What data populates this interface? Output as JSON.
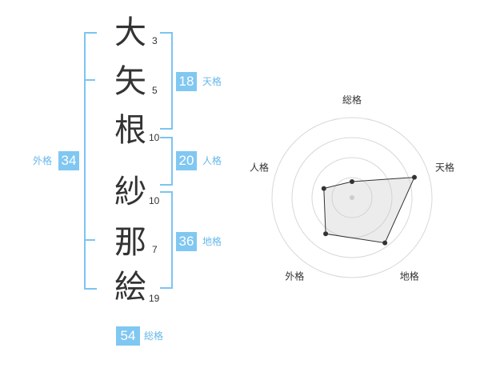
{
  "name_chars": [
    {
      "char": "大",
      "strokes": "3"
    },
    {
      "char": "矢",
      "strokes": "5"
    },
    {
      "char": "根",
      "strokes": "10"
    },
    {
      "char": "紗",
      "strokes": "10"
    },
    {
      "char": "那",
      "strokes": "7"
    },
    {
      "char": "絵",
      "strokes": "19"
    }
  ],
  "fortune": {
    "tenkaku": {
      "value": "18",
      "label": "天格"
    },
    "jinkaku": {
      "value": "20",
      "label": "人格"
    },
    "chikaku": {
      "value": "36",
      "label": "地格"
    },
    "gaikaku": {
      "value": "34",
      "label": "外格"
    },
    "soukaku": {
      "value": "54",
      "label": "総格"
    }
  },
  "colors": {
    "accent": "#80c7f2",
    "label": "#66b8ea",
    "bracket": "#7cc4f2"
  },
  "chart_data": {
    "type": "radar",
    "axes": [
      "総格",
      "天格",
      "地格",
      "外格",
      "人格"
    ],
    "values": [
      0.2,
      0.82,
      0.7,
      0.56,
      0.37
    ],
    "grid_rings": 4
  }
}
